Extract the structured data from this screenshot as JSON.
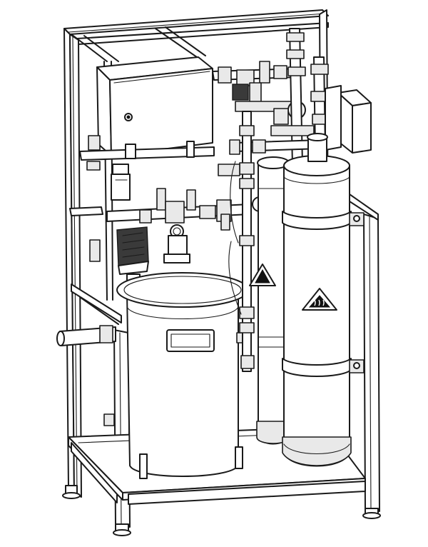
{
  "drawing": {
    "colors": {
      "line": "#1a1a1a",
      "fill": "#ffffff",
      "shade": "#e9e9e9",
      "dark": "#3a3a3a"
    },
    "parts": [
      "frame",
      "control-cabinet",
      "valve-manifold",
      "pressure-gauge",
      "storage-tank",
      "pressure-vessel",
      "heater-module",
      "pump",
      "castor-feet"
    ],
    "symbols": [
      "warning-triangle-icon",
      "hot-surface-warning-icon"
    ]
  }
}
